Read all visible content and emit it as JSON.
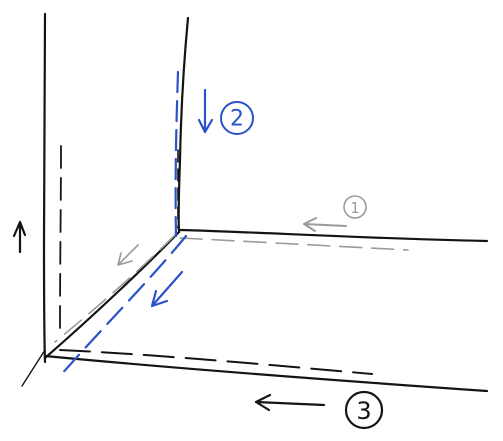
{
  "colors": {
    "pen_black": "#141414",
    "pen_gray": "#9a9a9a",
    "pen_blue": "#2a53c9"
  },
  "steps": [
    {
      "label": "1",
      "color": "#9a9a9a",
      "direction": "left"
    },
    {
      "label": "2",
      "color": "#2a53c9",
      "direction": "down"
    },
    {
      "label": "3",
      "color": "#141414",
      "direction": "left"
    }
  ],
  "side_arrow": {
    "direction": "up",
    "color": "#141414"
  }
}
